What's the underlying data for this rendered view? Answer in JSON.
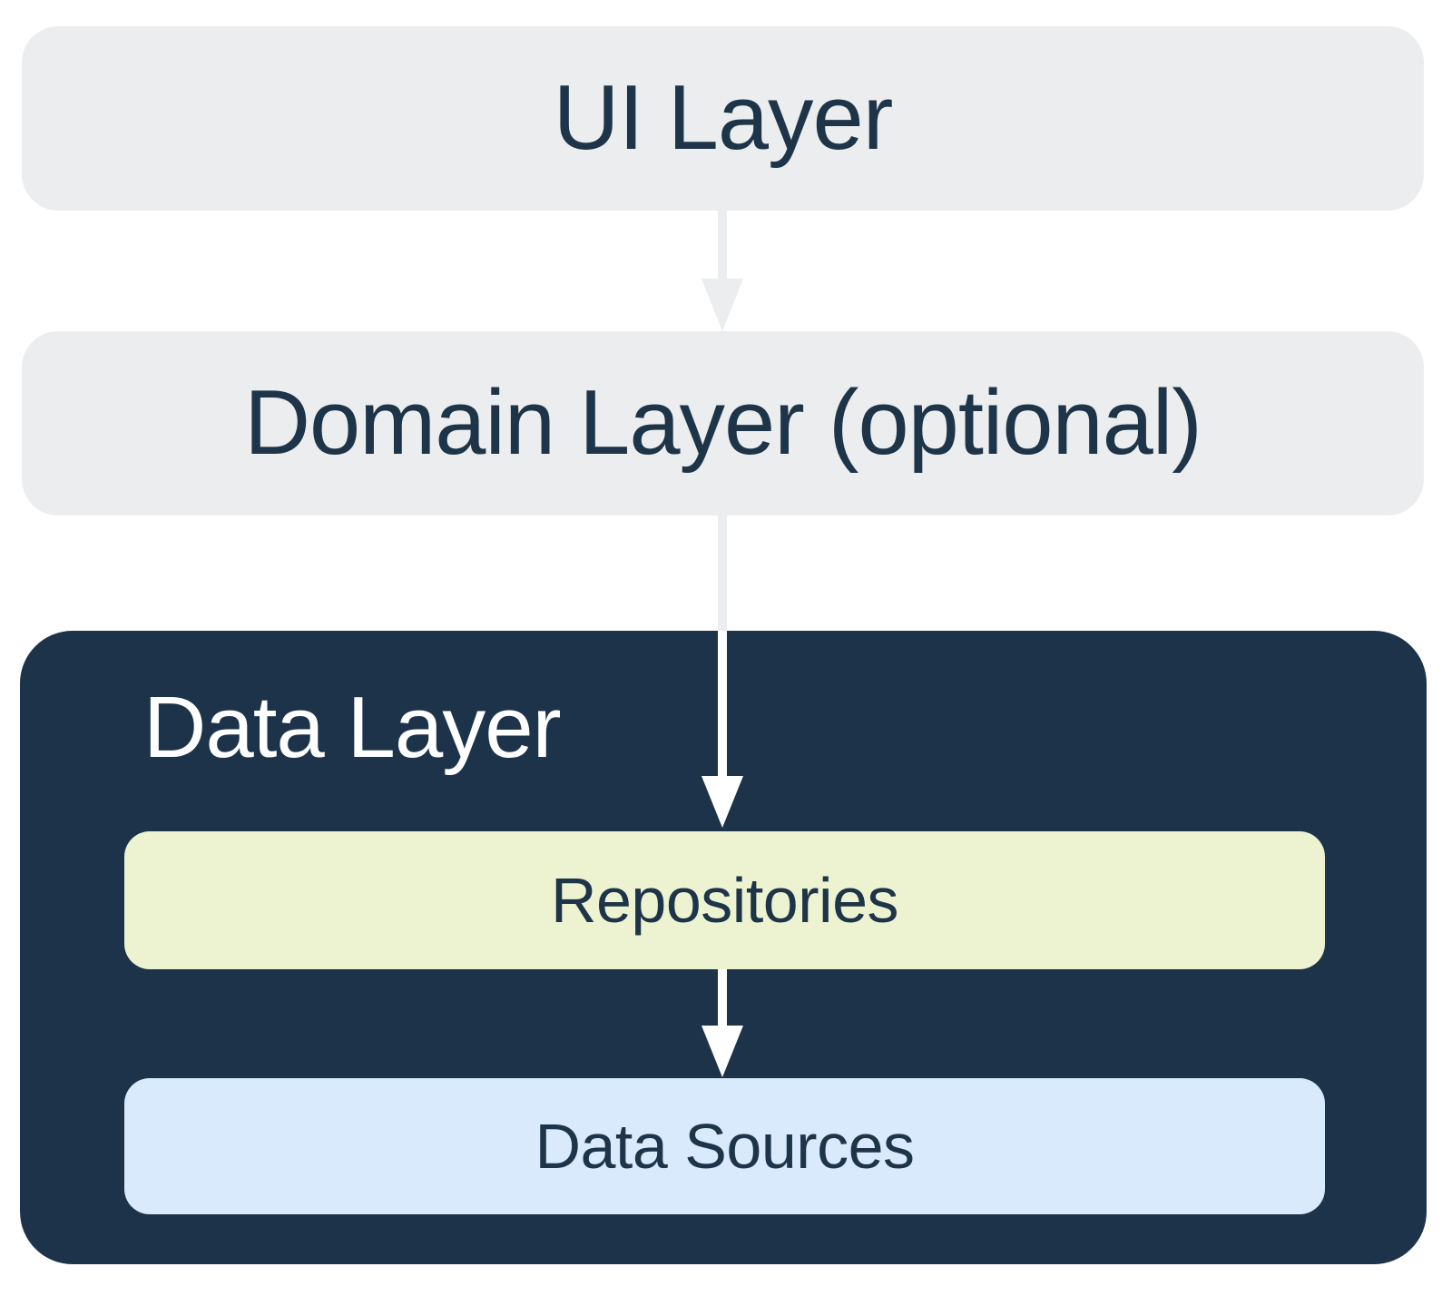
{
  "diagram": {
    "nodes": {
      "ui_layer": {
        "label": "UI Layer"
      },
      "domain_layer": {
        "label": "Domain Layer (optional)"
      },
      "data_layer": {
        "label": "Data Layer"
      },
      "repositories": {
        "label": "Repositories"
      },
      "data_sources": {
        "label": "Data Sources"
      }
    },
    "edges": [
      {
        "from": "ui_layer",
        "to": "domain_layer"
      },
      {
        "from": "domain_layer",
        "to": "repositories"
      },
      {
        "from": "repositories",
        "to": "data_sources"
      }
    ],
    "colors": {
      "canvas_bg": "#FFFFFF",
      "light_box_bg": "#ECEDEE",
      "dark_box_bg": "#1C3349",
      "repositories_bg": "#EDF3D1",
      "data_sources_bg": "#D8EAFC",
      "dark_text": "#1D3449",
      "light_text": "#FFFFFF",
      "arrow_gray": "#ECEDEE",
      "arrow_white": "#FFFFFF"
    }
  }
}
